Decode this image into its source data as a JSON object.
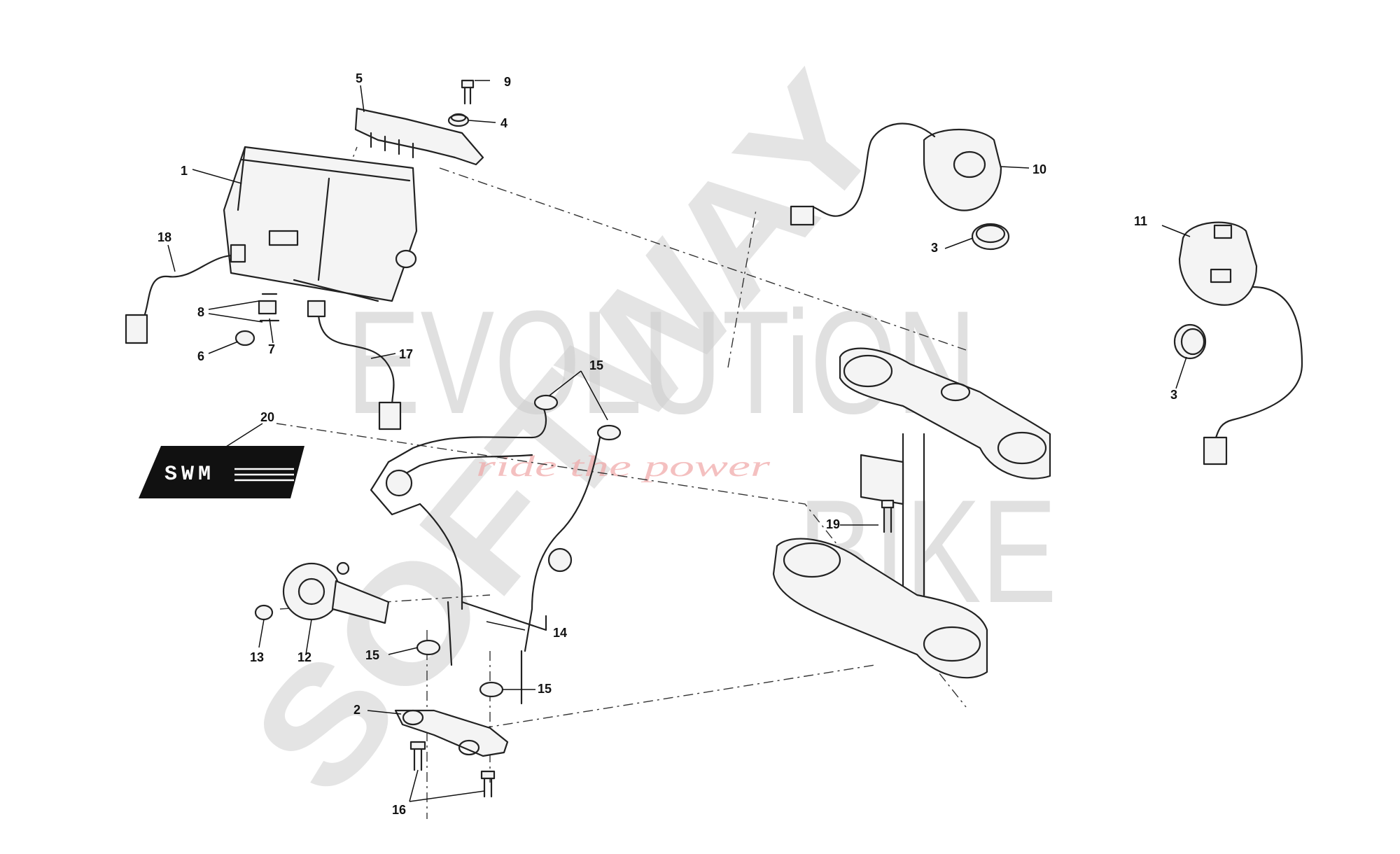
{
  "watermark": {
    "line1": "EVOLUTiON",
    "line2": "SOFTWAY",
    "line3": "BIKE",
    "tagline": "ride the power"
  },
  "decal": {
    "text": "SWM"
  },
  "callouts": [
    {
      "id": "c1",
      "label": "1"
    },
    {
      "id": "c2",
      "label": "2"
    },
    {
      "id": "c3a",
      "label": "3"
    },
    {
      "id": "c3b",
      "label": "3"
    },
    {
      "id": "c4",
      "label": "4"
    },
    {
      "id": "c5",
      "label": "5"
    },
    {
      "id": "c6",
      "label": "6"
    },
    {
      "id": "c7",
      "label": "7"
    },
    {
      "id": "c8",
      "label": "8"
    },
    {
      "id": "c9",
      "label": "9"
    },
    {
      "id": "c10",
      "label": "10"
    },
    {
      "id": "c11",
      "label": "11"
    },
    {
      "id": "c12",
      "label": "12"
    },
    {
      "id": "c13",
      "label": "13"
    },
    {
      "id": "c14",
      "label": "14"
    },
    {
      "id": "c15a",
      "label": "15"
    },
    {
      "id": "c15b",
      "label": "15"
    },
    {
      "id": "c15c",
      "label": "15"
    },
    {
      "id": "c16",
      "label": "16"
    },
    {
      "id": "c17",
      "label": "17"
    },
    {
      "id": "c18",
      "label": "18"
    },
    {
      "id": "c19",
      "label": "19"
    },
    {
      "id": "c20",
      "label": "20"
    }
  ]
}
